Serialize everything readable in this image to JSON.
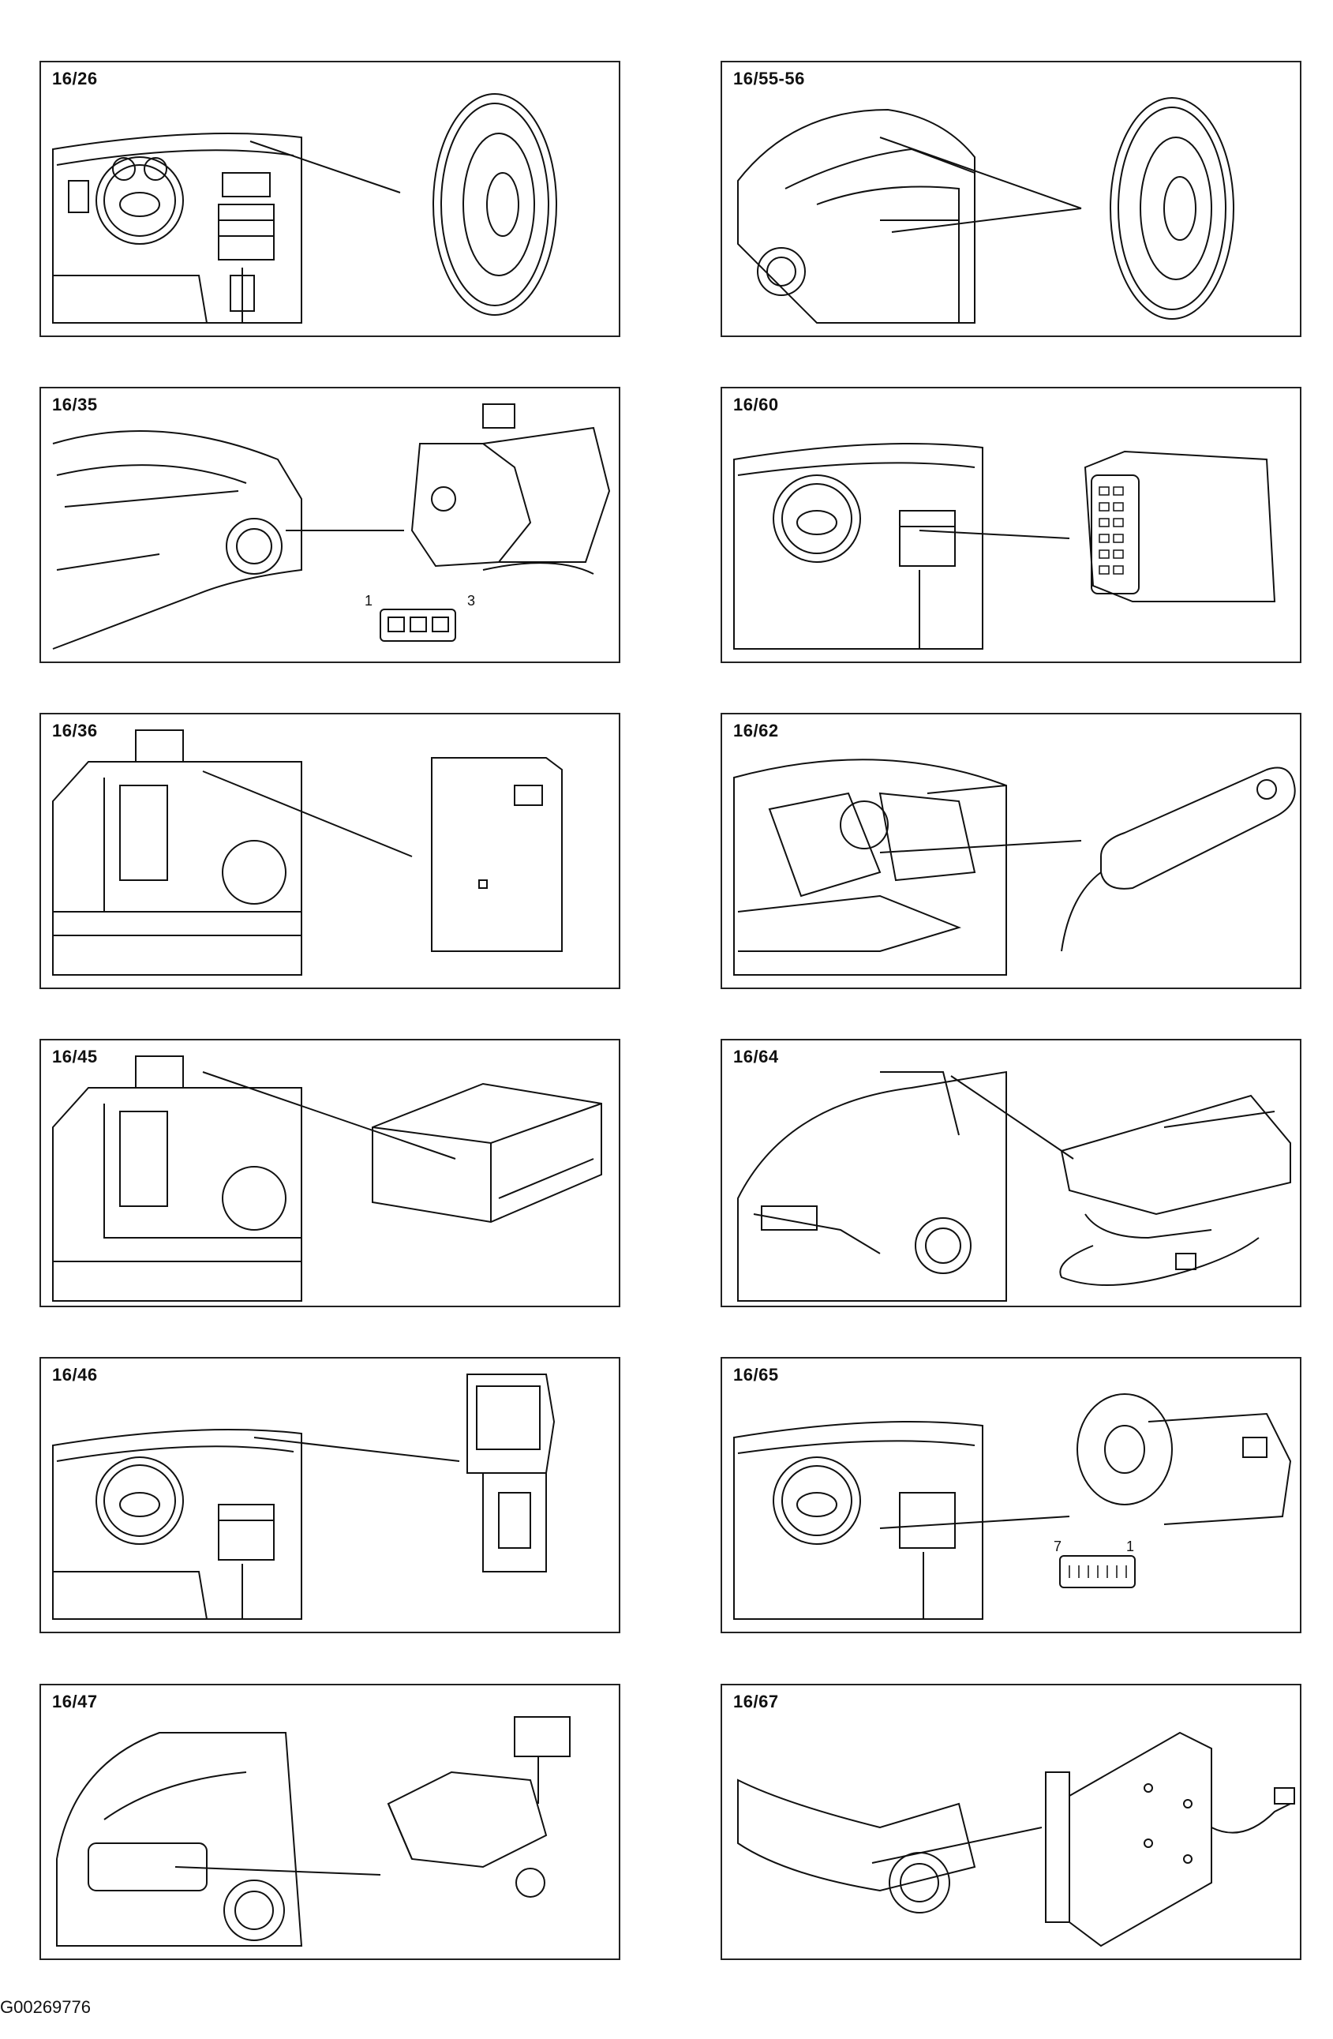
{
  "panels": [
    {
      "id": "p1",
      "label": "16/26"
    },
    {
      "id": "p2",
      "label": "16/55-56"
    },
    {
      "id": "p3",
      "label": "16/35",
      "pins": [
        "1",
        "3"
      ]
    },
    {
      "id": "p4",
      "label": "16/60"
    },
    {
      "id": "p5",
      "label": "16/36"
    },
    {
      "id": "p6",
      "label": "16/62"
    },
    {
      "id": "p7",
      "label": "16/45"
    },
    {
      "id": "p8",
      "label": "16/64"
    },
    {
      "id": "p9",
      "label": "16/46"
    },
    {
      "id": "p10",
      "label": "16/65",
      "pins": [
        "7",
        "1"
      ]
    },
    {
      "id": "p11",
      "label": "16/47"
    },
    {
      "id": "p12",
      "label": "16/67"
    }
  ],
  "footer": {
    "code": "G00269776"
  }
}
